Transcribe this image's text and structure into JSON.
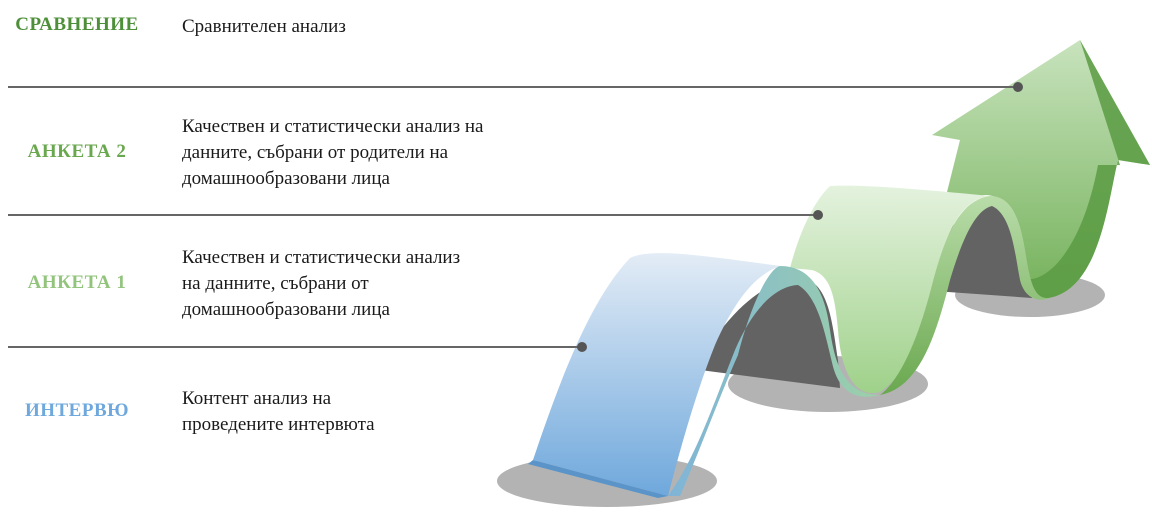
{
  "stages": [
    {
      "label": "СРАВНЕНИЕ",
      "desc": "Сравнителен анализ",
      "color": "#4e8f3a"
    },
    {
      "label": "АНКЕТА 2",
      "desc": "Качествен и статистически анализ на данните, събрани от родители на домашнообразовани лица",
      "color": "#6aa84f"
    },
    {
      "label": "АНКЕТА 1",
      "desc": "Качествен и статистически анализ на данните, събрани от домашнообразовани лица",
      "color": "#93c47d"
    },
    {
      "label": "ИНТЕРВЮ",
      "desc": "Контент анализ на проведените интервюта",
      "color": "#6fa8dc"
    }
  ],
  "colors": {
    "line": "#666666",
    "dot": "#555555",
    "blue_start": "#6fa8dc",
    "blue_end": "#dde8f3",
    "green_light": "#d9ead3",
    "green_dark": "#6aa84f"
  }
}
